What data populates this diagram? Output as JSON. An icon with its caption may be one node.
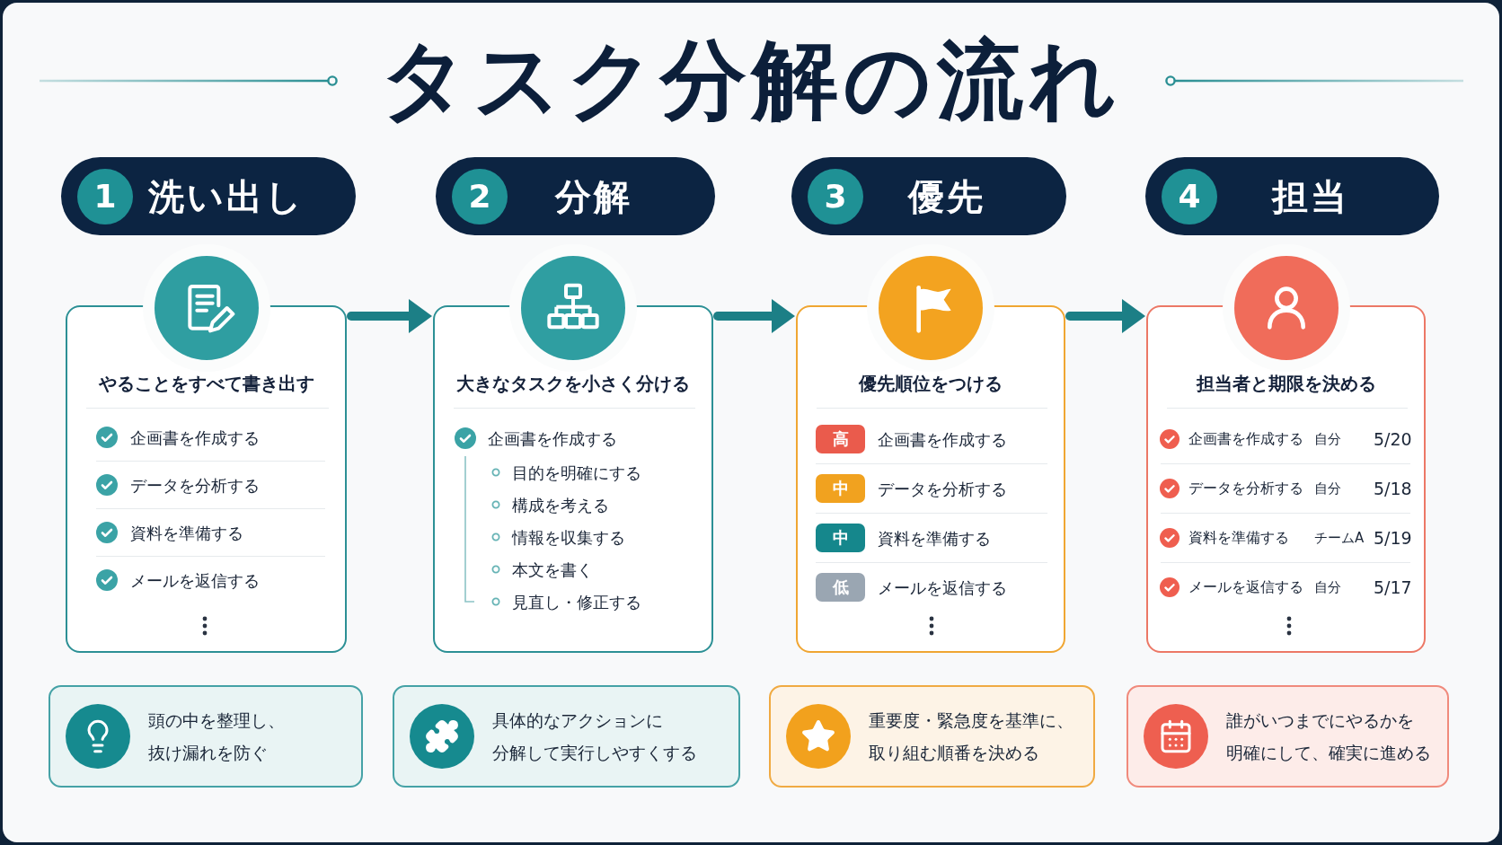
{
  "diagram": {
    "title": "タスク分解の流れ",
    "nodes": [
      {
        "text": [
          "洗い出し"
        ]
      },
      {
        "text": [
          "1"
        ],
        "in": 0
      },
      {
        "text": [
          "分解"
        ]
      },
      {
        "text": [
          "2"
        ],
        "in": 2
      },
      {
        "text": [
          "優先"
        ]
      },
      {
        "text": [
          "3"
        ],
        "in": 4
      },
      {
        "text": [
          "担当"
        ]
      },
      {
        "text": [
          "4"
        ],
        "in": 6
      },
      {
        "text": [
          "やることをすべて書き出す",
          "企画書を作成する",
          "データを分析する",
          "資料を準備する",
          "メールを返信する"
        ]
      },
      {
        "text": [
          "大きなタスクを小さく分ける",
          "企画書を作成する",
          "目的を明確にする",
          "構成を考える",
          "情報を収集する",
          "本文を書く",
          "見直し・修正する"
        ]
      },
      {
        "text": [
          "優先順位をつける",
          "企画書を作成する",
          "データを分析する",
          "資料を準備する",
          "メールを返信する"
        ]
      },
      {
        "text": [
          "高"
        ],
        "in": 10
      },
      {
        "text": [
          "中"
        ],
        "in": 10
      },
      {
        "text": [
          "中"
        ],
        "in": 10
      },
      {
        "text": [
          "低"
        ],
        "in": 10
      },
      {
        "text": [
          "担当者と期限を決める",
          "企画書を作成する",
          "自分",
          "5/20",
          "データを分析する",
          "自分",
          "5/18",
          "資料を準備する",
          "チームA",
          "5/19",
          "メールを返信する",
          "自分",
          "5/17"
        ]
      },
      {
        "text": [
          "頭の中を整理し、抜け漏れを防ぐ"
        ]
      },
      {
        "text": [
          "具体的なアクションに分解して実行しやすくする"
        ]
      },
      {
        "text": [
          "重要度・緊急度を基準に、取り組む順番を決める"
        ]
      },
      {
        "text": [
          "誰がいつまでにやるかを明確にして、確実に進める"
        ]
      }
    ],
    "edges": [
      {
        "from": 8,
        "to": 9,
        "arrow": "to"
      },
      {
        "from": 9,
        "to": 10,
        "arrow": "to"
      },
      {
        "from": 10,
        "to": 15,
        "arrow": "to"
      }
    ]
  }
}
